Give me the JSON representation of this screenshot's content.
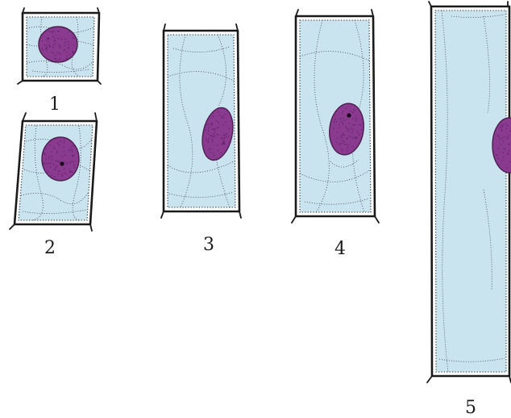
{
  "colors": {
    "vacuole_fill": "#c9e3ef",
    "nucleus_fill": "#8a3a8f",
    "cell_wall": "#1a1a1a",
    "background": "#ffffff"
  },
  "cells": [
    {
      "label": "1"
    },
    {
      "label": "2"
    },
    {
      "label": "3"
    },
    {
      "label": "4"
    },
    {
      "label": "5"
    }
  ]
}
